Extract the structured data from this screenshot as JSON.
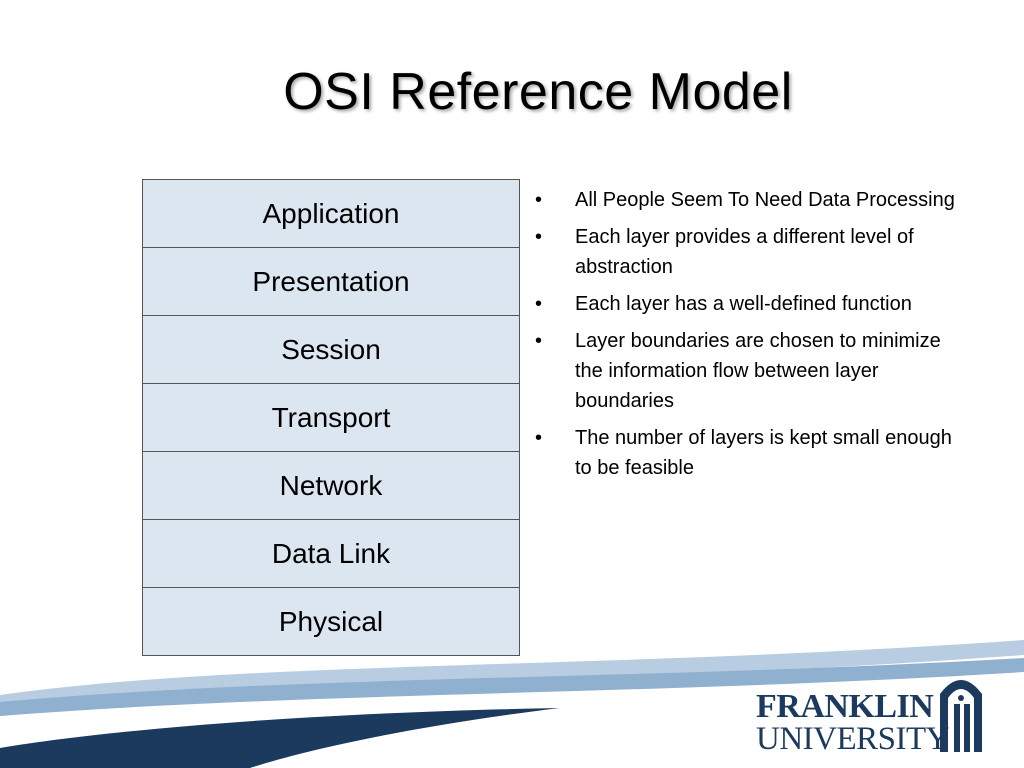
{
  "slide": {
    "title": "OSI Reference Model",
    "layers": [
      "Application",
      "Presentation",
      "Session",
      "Transport",
      "Network",
      "Data Link",
      "Physical"
    ],
    "bullets": [
      "All People Seem To Need Data Processing",
      "Each layer provides a different level of abstraction",
      "Each layer has a well-defined function",
      "Layer boundaries are chosen to minimize the information flow between layer boundaries",
      "The number of layers is kept small enough to be feasible"
    ],
    "bullet_symbol": "•"
  },
  "logo": {
    "line1": "FRANKLIN",
    "line2": "UNIVERSITY"
  },
  "colors": {
    "layer_fill": "#dce6f1",
    "navy": "#1c3a5e",
    "swoosh_light": "#8fb0cf",
    "swoosh_mid": "#4a78a8"
  }
}
